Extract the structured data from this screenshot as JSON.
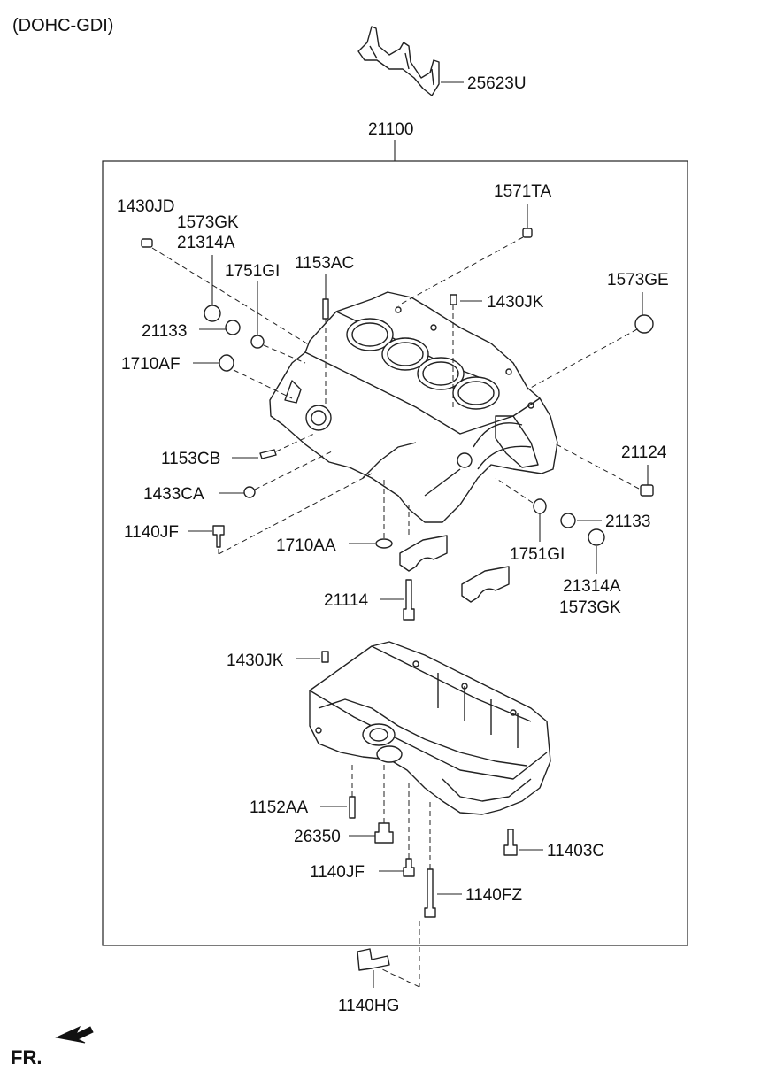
{
  "header": {
    "variant": "(DOHC-GDI)",
    "fr_label": "FR."
  },
  "assembly": {
    "part_no": "21100"
  },
  "callouts": {
    "p25623U": "25623U",
    "p1430JD": "1430JD",
    "p1573GK_a": "1573GK",
    "p21314A_a": "21314A",
    "p1751GI_a": "1751GI",
    "p1153AC": "1153AC",
    "p1571TA": "1571TA",
    "p1430JK_a": "1430JK",
    "p1573GE": "1573GE",
    "p21133_a": "21133",
    "p1710AF": "1710AF",
    "p1153CB": "1153CB",
    "p1433CA": "1433CA",
    "p1140JF_a": "1140JF",
    "p1710AA": "1710AA",
    "p21124": "21124",
    "p21133_b": "21133",
    "p1751GI_b": "1751GI",
    "p21314A_b": "21314A",
    "p1573GK_b": "1573GK",
    "p21114": "21114",
    "p1430JK_b": "1430JK",
    "p1152AA": "1152AA",
    "p26350": "26350",
    "p11403C": "11403C",
    "p1140JF_b": "1140JF",
    "p1140FZ": "1140FZ",
    "p1140HG": "1140HG"
  }
}
